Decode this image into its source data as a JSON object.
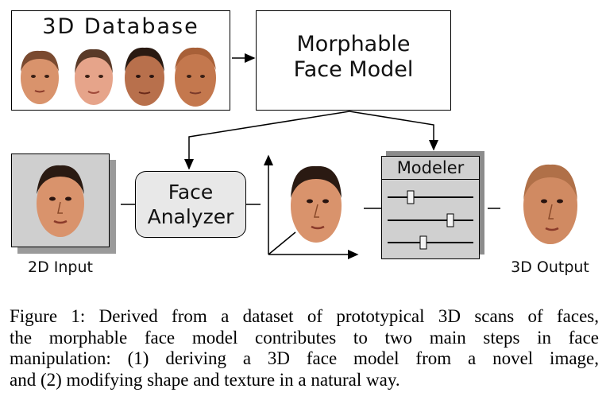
{
  "diagram": {
    "database_label": "3D Database",
    "model_label_line1": "Morphable",
    "model_label_line2": "Face Model",
    "analyzer_label_line1": "Face",
    "analyzer_label_line2": "Analyzer",
    "modeler_label": "Modeler",
    "input_label": "2D Input",
    "output_label": "3D Output",
    "colors": {
      "skin": "#d9936c",
      "skin_dark": "#8a4a2a",
      "hair": "#2a1a12",
      "modeler_bg": "#cfcfcf",
      "input_bg": "#cfcfcf",
      "analyzer_bg": "#e8e8e8"
    }
  },
  "caption": {
    "line1": "Figure 1: Derived from a dataset of prototypical 3D scans of faces,",
    "line2": "the morphable face model contributes to two main steps in face",
    "line3": "manipulation: (1) deriving a 3D face model from a novel image,",
    "line4": "and (2) modifying shape and texture in a natural way."
  }
}
